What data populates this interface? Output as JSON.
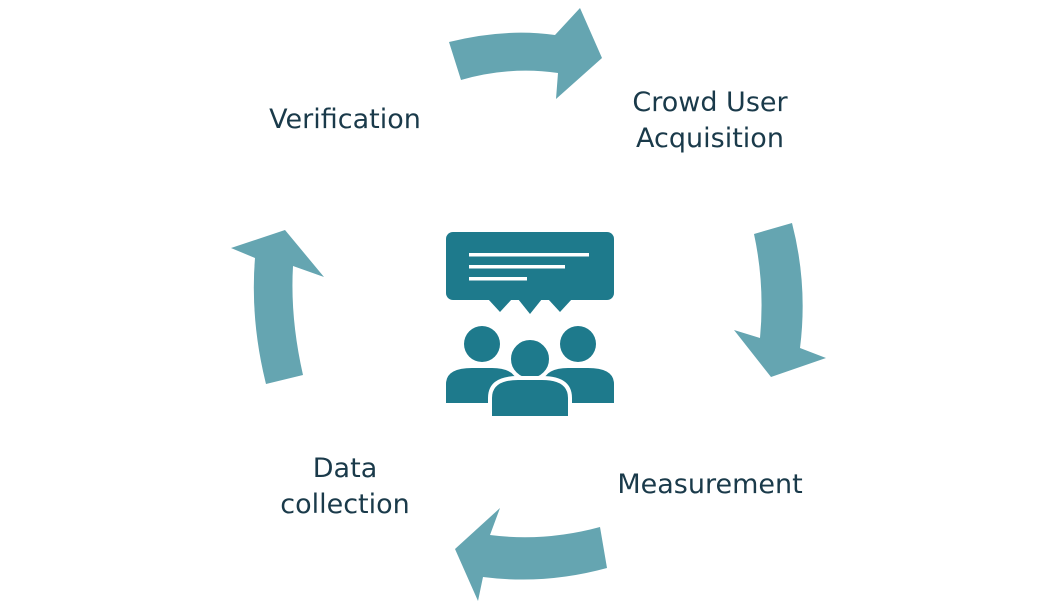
{
  "colors": {
    "arrow": "#65a5b1",
    "icon": "#1e7a8c",
    "text": "#1a3a4a",
    "background": "#ffffff"
  },
  "cycle": {
    "steps": [
      {
        "line1": "Crowd User",
        "line2": "Acquisition"
      },
      {
        "line1": "Measurement",
        "line2": ""
      },
      {
        "line1": "Data",
        "line2": "collection"
      },
      {
        "line1": "Verification",
        "line2": ""
      }
    ]
  },
  "center_icon": "crowd-feedback-icon"
}
